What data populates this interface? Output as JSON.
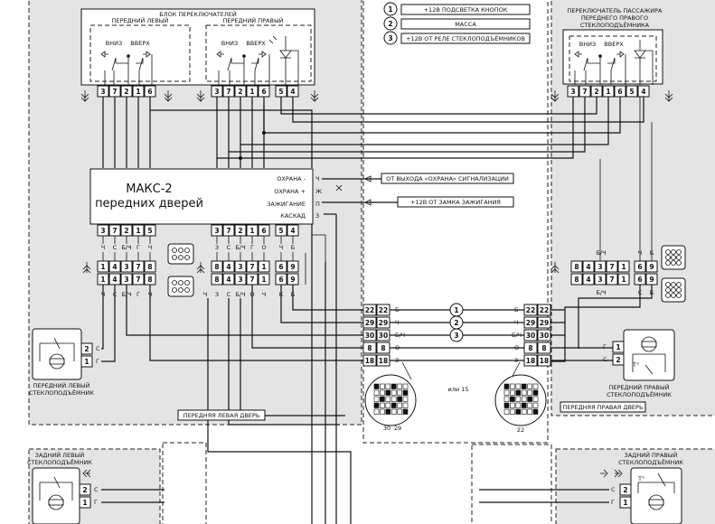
{
  "switch_block": {
    "title": "БЛОК ПЕРЕКЛЮЧАТЕЛЕЙ",
    "left_label": "ПЕРЕДНИЙ ЛЕВЫЙ",
    "right_label": "ПЕРЕДНИЙ ПРАВЫЙ",
    "down": "ВНИЗ",
    "up": "ВВЕРХ",
    "left_pins": [
      "3",
      "7",
      "2",
      "1",
      "6"
    ],
    "right_pins": [
      "3",
      "7",
      "2",
      "1",
      "6",
      "5",
      "4"
    ]
  },
  "passenger_switch": {
    "title_lines": [
      "ПЕРЕКЛЮЧАТЕЛЬ ПАССАЖИРА",
      "ПЕРЕДНЕГО ПРАВОГО",
      "СТЕКЛОПОДЪЁМНИКА"
    ],
    "down": "ВНИЗ",
    "up": "ВВЕРХ",
    "pins": [
      "3",
      "7",
      "2",
      "1",
      "6",
      "5",
      "4"
    ]
  },
  "legend": [
    {
      "num": "1",
      "text": "+12В ПОДСВЕТКА КНОПОК"
    },
    {
      "num": "2",
      "text": "МАССА"
    },
    {
      "num": "3",
      "text": "+12В ОТ РЕЛЕ СТЕКЛОПОДЪЁМНИКОВ"
    }
  ],
  "maks": {
    "title": "МАКС-2",
    "subtitle": "передних дверей",
    "inputs": [
      {
        "label": "ОХРАНА -",
        "pin": "Ч"
      },
      {
        "label": "ОХРАНА +",
        "pin": "Ж"
      },
      {
        "label": "ЗАЖИГАНИЕ",
        "pin": "П"
      },
      {
        "label": "КАСКАД",
        "pin": "З"
      }
    ],
    "pins_left": [
      "3",
      "7",
      "2",
      "1",
      "5"
    ],
    "pins_right": [
      "3",
      "7",
      "2",
      "1",
      "6",
      "5",
      "4"
    ]
  },
  "signals": {
    "alarm": "ОТ ВЫХОДА «ОХРАНА» СИГНАЛИЗАЦИИ",
    "ignition": "+12В ОТ ЗАМКА ЗАЖИГАНИЯ"
  },
  "left_conn": {
    "colors_top": [
      "Ч",
      "С",
      "Б/Ч",
      "Г",
      "Ч"
    ],
    "pins_a": [
      "1",
      "4",
      "3",
      "7",
      "8"
    ],
    "pins_b": [
      "1",
      "4",
      "3",
      "7",
      "8"
    ],
    "colors_bottom": [
      "Ч",
      "С",
      "Б/Ч",
      "Г",
      "Ч"
    ]
  },
  "mid_conn": {
    "colors_top": [
      "З",
      "С",
      "Б/Ч",
      "Г",
      "О",
      "Ч",
      "Б"
    ],
    "pins_a": [
      "8",
      "4",
      "3",
      "7",
      "1",
      "6",
      "9"
    ],
    "pins_b": [
      "8",
      "4",
      "3",
      "7",
      "1",
      "6",
      "9"
    ],
    "colors_bottom": [
      "Ч",
      "З",
      "С",
      "Б/Ч",
      "О",
      "Ч",
      "К",
      "Б"
    ]
  },
  "right_conn": {
    "colors_top": [
      "Б/Ч",
      "Ч",
      "Б"
    ],
    "pins_a": [
      "8",
      "4",
      "3",
      "7",
      "1",
      "6",
      "9"
    ],
    "pins_b": [
      "8",
      "4",
      "3",
      "7",
      "1",
      "6",
      "9"
    ],
    "colors_bottom": [
      "Б/Ч",
      "С",
      "Б"
    ]
  },
  "door_conn": {
    "pins": [
      "22",
      "29",
      "30",
      "8",
      "18"
    ],
    "left_colors": [
      "Б",
      "Ч",
      "Б/Ч",
      "О",
      "З"
    ],
    "right_colors": [
      "Б",
      "Ч",
      "Б/Ч",
      "О",
      "З"
    ],
    "or_label": "или 15",
    "bottom_numbers": [
      "30",
      "29"
    ]
  },
  "motors": {
    "front_left": {
      "lines": [
        "ПЕРЕДНИЙ ЛЕВЫЙ",
        "СТЕКЛОПОДЪЁМНИК"
      ],
      "pins": [
        "2",
        "1"
      ],
      "colors": [
        "С",
        "Г"
      ]
    },
    "front_right": {
      "lines": [
        "ПЕРЕДНИЙ ПРАВЫЙ",
        "СТЕКЛОПОДЪЁМНИК"
      ],
      "pins": [
        "1",
        "2"
      ],
      "colors": [
        "Г",
        "С"
      ]
    },
    "rear_left": {
      "lines": [
        "ЗАДНИЙ ЛЕВЫЙ",
        "СТЕКЛОПОДЪЁМНИК"
      ],
      "pins": [
        "2",
        "1"
      ],
      "colors": [
        "С",
        "Г"
      ]
    },
    "rear_right": {
      "lines": [
        "ЗАДНИЙ ПРАВЫЙ",
        "СТЕКЛОПОДЪЁМНИК"
      ],
      "pins": [
        "2",
        "1"
      ],
      "colors": [
        "С",
        "Г"
      ]
    }
  },
  "thermal": "T°",
  "zones": {
    "front_left": "ПЕРЕДНЯЯ ЛЕВАЯ ДВЕРЬ",
    "front_right": "ПЕРЕДНЯЯ ПРАВАЯ ДВЕРЬ"
  }
}
